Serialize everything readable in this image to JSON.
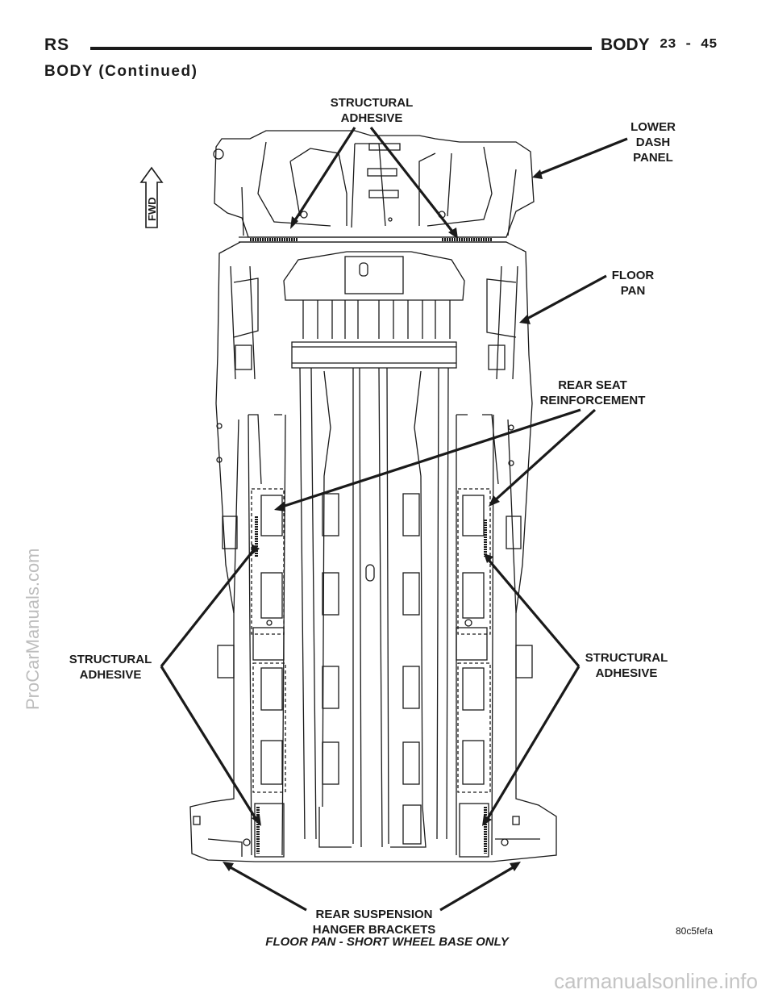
{
  "header": {
    "section_code": "RS",
    "section_title": "BODY",
    "page_number": "23 - 45"
  },
  "subheading": "BODY (Continued)",
  "figure": {
    "fwd_label": "FWD",
    "callouts": {
      "structural_adhesive_top": "STRUCTURAL\nADHESIVE",
      "lower_dash_panel": "LOWER\nDASH\nPANEL",
      "floor_pan": "FLOOR\nPAN",
      "rear_seat_reinforcement": "REAR SEAT\nREINFORCEMENT",
      "structural_adhesive_left": "STRUCTURAL\nADHESIVE",
      "structural_adhesive_right": "STRUCTURAL\nADHESIVE",
      "rear_suspension_hanger_brackets": "REAR SUSPENSION\nHANGER BRACKETS"
    },
    "figure_id": "80c5fefa",
    "caption": "FLOOR PAN - SHORT WHEEL BASE ONLY"
  },
  "watermarks": {
    "side": "ProCarManuals.com",
    "bottom": "carmanualsonline.info"
  }
}
